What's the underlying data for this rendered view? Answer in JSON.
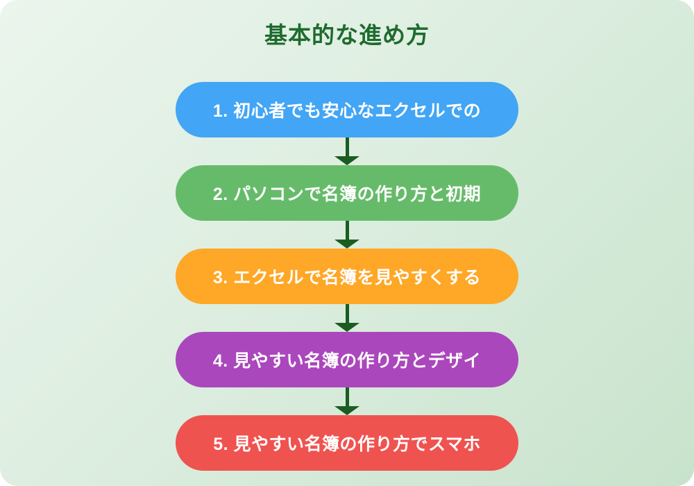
{
  "page": {
    "title": "基本的な進め方",
    "title_color": "#1e6b2e",
    "background_gradient": [
      "#ebf5ed",
      "#c8e3cc"
    ]
  },
  "flow": {
    "arrow_color": "#1b5c22",
    "steps": [
      {
        "label": "1. 初心者でも安心なエクセルでの",
        "color": "#42a5f5"
      },
      {
        "label": "2. パソコンで名簿の作り方と初期",
        "color": "#66bb6a"
      },
      {
        "label": "3. エクセルで名簿を見やすくする",
        "color": "#ffa726"
      },
      {
        "label": "4. 見やすい名簿の作り方とデザイ",
        "color": "#ab47bc"
      },
      {
        "label": "5. 見やすい名簿の作り方でスマホ",
        "color": "#ef5350"
      }
    ]
  }
}
